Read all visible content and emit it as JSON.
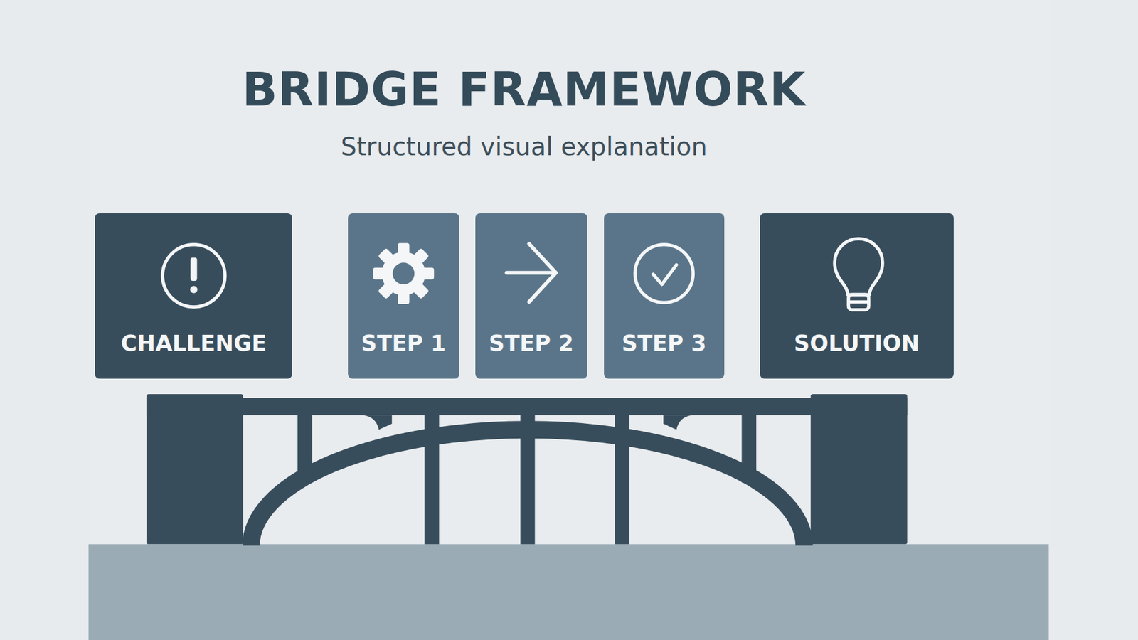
{
  "diagram": {
    "title": "BRIDGE FRAMEWORK",
    "nodes": [
      {
        "text": [
          "CHALLENGE"
        ]
      },
      {
        "text": [
          "STEP 1"
        ]
      },
      {
        "text": [
          "STEP 2"
        ]
      },
      {
        "text": [
          "STEP 3"
        ]
      },
      {
        "text": [
          "SOLUTION"
        ]
      }
    ],
    "labels": [
      "Structured visual explanation"
    ]
  }
}
